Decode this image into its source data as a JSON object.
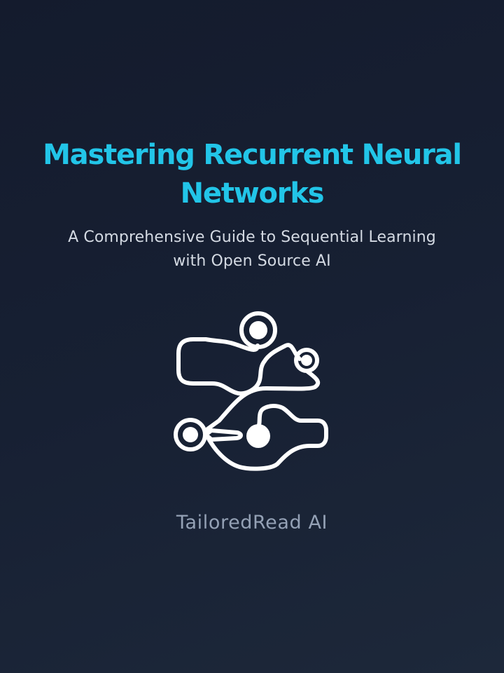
{
  "cover": {
    "title_line1": "Mastering Recurrent Neural",
    "title_line2": "Networks",
    "subtitle_line1": "A Comprehensive Guide to Sequential Learning",
    "subtitle_line2": "with Open Source AI",
    "brand": "TailoredRead AI",
    "logo_icon": "neural-network-circuit-icon"
  },
  "colors": {
    "title": "#22c5e8",
    "subtitle": "#d4dae3",
    "brand": "#94a1b5",
    "background": "#172033",
    "logo": "#ffffff"
  }
}
